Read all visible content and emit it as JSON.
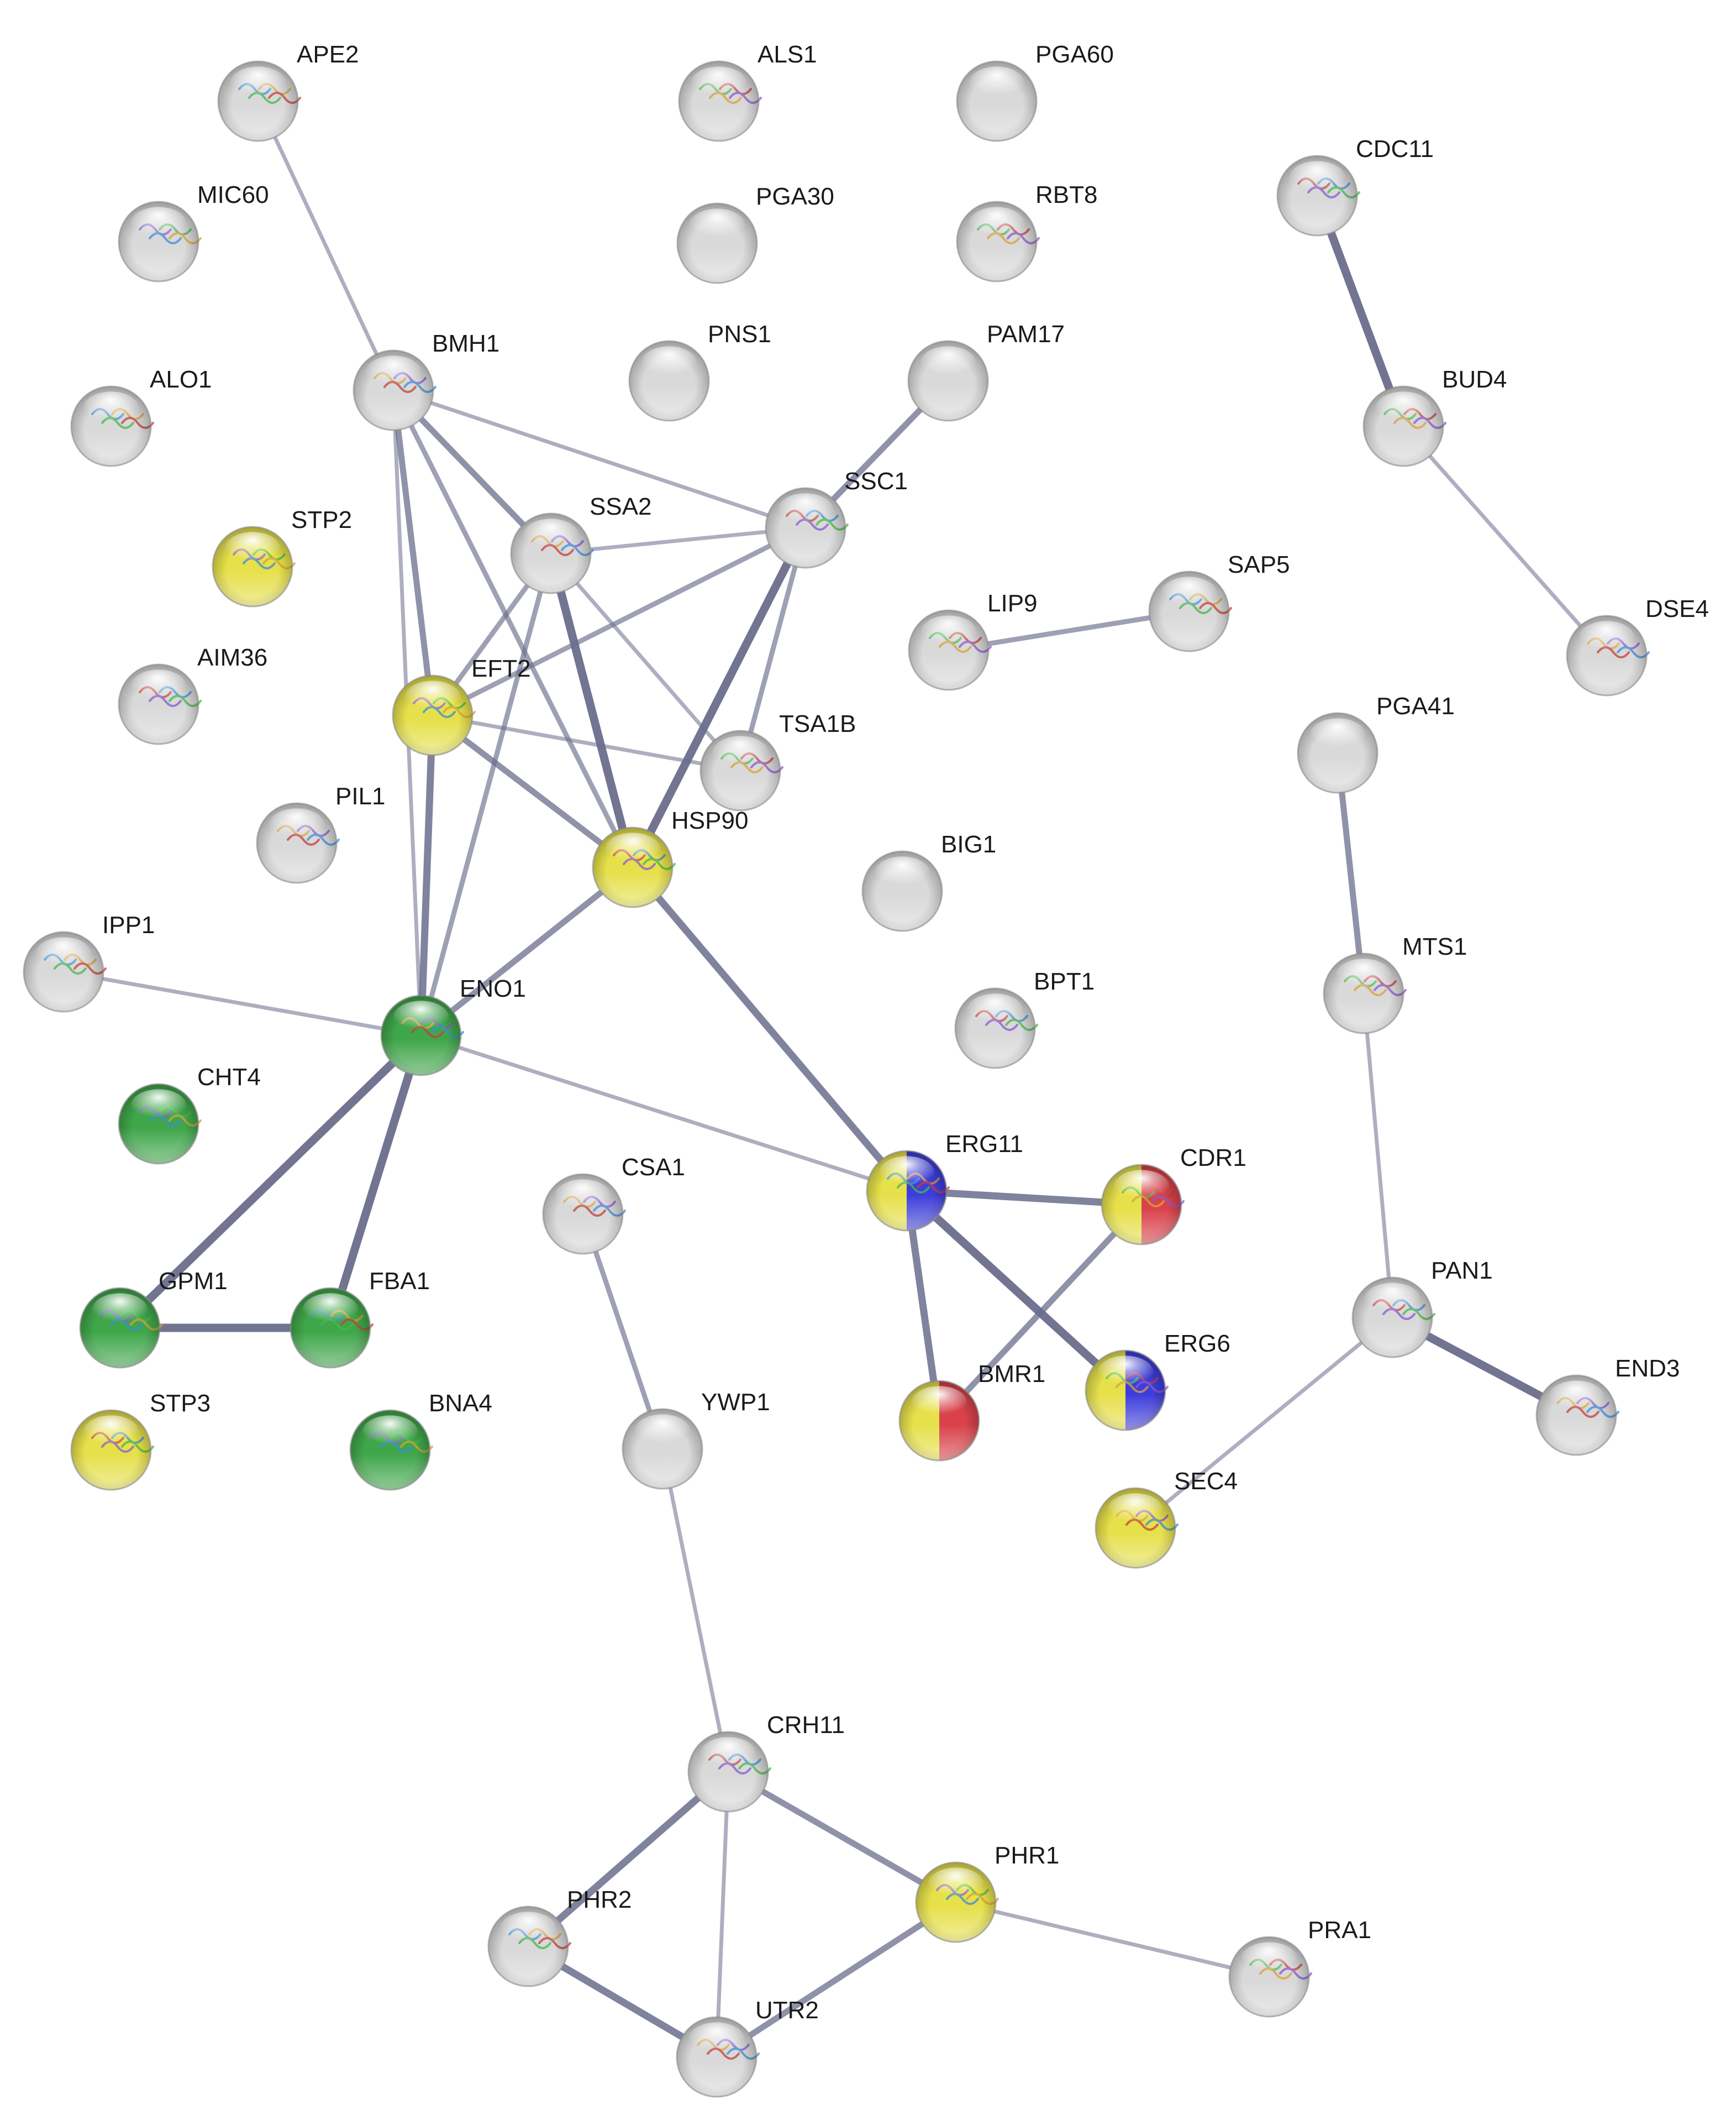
{
  "colors": {
    "grey": "#d9d9d9",
    "yellow": "#e6e04a",
    "green": "#3fa64a",
    "blue": "#3d3ddc",
    "red": "#d9424a",
    "edge": "#6a6d8c",
    "label": "#1a1a1a"
  },
  "nodes": [
    {
      "id": "APE2",
      "label": "APE2",
      "colors": [
        "grey"
      ],
      "structure": true
    },
    {
      "id": "ALS1",
      "label": "ALS1",
      "colors": [
        "grey"
      ],
      "structure": true
    },
    {
      "id": "PGA60",
      "label": "PGA60",
      "colors": [
        "grey"
      ],
      "structure": false
    },
    {
      "id": "CDC11",
      "label": "CDC11",
      "colors": [
        "grey"
      ],
      "structure": true
    },
    {
      "id": "MIC60",
      "label": "MIC60",
      "colors": [
        "grey"
      ],
      "structure": true
    },
    {
      "id": "PGA30",
      "label": "PGA30",
      "colors": [
        "grey"
      ],
      "structure": false
    },
    {
      "id": "RBT8",
      "label": "RBT8",
      "colors": [
        "grey"
      ],
      "structure": true
    },
    {
      "id": "BMH1",
      "label": "BMH1",
      "colors": [
        "grey"
      ],
      "structure": true
    },
    {
      "id": "PNS1",
      "label": "PNS1",
      "colors": [
        "grey"
      ],
      "structure": false
    },
    {
      "id": "PAM17",
      "label": "PAM17",
      "colors": [
        "grey"
      ],
      "structure": false
    },
    {
      "id": "ALO1",
      "label": "ALO1",
      "colors": [
        "grey"
      ],
      "structure": true
    },
    {
      "id": "BUD4",
      "label": "BUD4",
      "colors": [
        "grey"
      ],
      "structure": true
    },
    {
      "id": "SSA2",
      "label": "SSA2",
      "colors": [
        "grey"
      ],
      "structure": true
    },
    {
      "id": "SSC1",
      "label": "SSC1",
      "colors": [
        "grey"
      ],
      "structure": true
    },
    {
      "id": "STP2",
      "label": "STP2",
      "colors": [
        "yellow"
      ],
      "structure": true
    },
    {
      "id": "SAP5",
      "label": "SAP5",
      "colors": [
        "grey"
      ],
      "structure": true
    },
    {
      "id": "LIP9",
      "label": "LIP9",
      "colors": [
        "grey"
      ],
      "structure": true
    },
    {
      "id": "DSE4",
      "label": "DSE4",
      "colors": [
        "grey"
      ],
      "structure": true
    },
    {
      "id": "AIM36",
      "label": "AIM36",
      "colors": [
        "grey"
      ],
      "structure": true
    },
    {
      "id": "EFT2",
      "label": "EFT2",
      "colors": [
        "yellow"
      ],
      "structure": true
    },
    {
      "id": "PGA41",
      "label": "PGA41",
      "colors": [
        "grey"
      ],
      "structure": false
    },
    {
      "id": "TSA1B",
      "label": "TSA1B",
      "colors": [
        "grey"
      ],
      "structure": true
    },
    {
      "id": "PIL1",
      "label": "PIL1",
      "colors": [
        "grey"
      ],
      "structure": true
    },
    {
      "id": "HSP90",
      "label": "HSP90",
      "colors": [
        "yellow"
      ],
      "structure": true
    },
    {
      "id": "BIG1",
      "label": "BIG1",
      "colors": [
        "grey"
      ],
      "structure": false
    },
    {
      "id": "IPP1",
      "label": "IPP1",
      "colors": [
        "grey"
      ],
      "structure": true
    },
    {
      "id": "MTS1",
      "label": "MTS1",
      "colors": [
        "grey"
      ],
      "structure": true
    },
    {
      "id": "ENO1",
      "label": "ENO1",
      "colors": [
        "green"
      ],
      "structure": true
    },
    {
      "id": "BPT1",
      "label": "BPT1",
      "colors": [
        "grey"
      ],
      "structure": true
    },
    {
      "id": "CHT4",
      "label": "CHT4",
      "colors": [
        "green"
      ],
      "structure": true
    },
    {
      "id": "ERG11",
      "label": "ERG11",
      "colors": [
        "yellow",
        "blue"
      ],
      "structure": true
    },
    {
      "id": "CDR1",
      "label": "CDR1",
      "colors": [
        "yellow",
        "red"
      ],
      "structure": true
    },
    {
      "id": "CSA1",
      "label": "CSA1",
      "colors": [
        "grey"
      ],
      "structure": true
    },
    {
      "id": "PAN1",
      "label": "PAN1",
      "colors": [
        "grey"
      ],
      "structure": true
    },
    {
      "id": "GPM1",
      "label": "GPM1",
      "colors": [
        "green"
      ],
      "structure": true
    },
    {
      "id": "FBA1",
      "label": "FBA1",
      "colors": [
        "green"
      ],
      "structure": true
    },
    {
      "id": "ERG6",
      "label": "ERG6",
      "colors": [
        "yellow",
        "blue"
      ],
      "structure": true
    },
    {
      "id": "END3",
      "label": "END3",
      "colors": [
        "grey"
      ],
      "structure": true
    },
    {
      "id": "STP3",
      "label": "STP3",
      "colors": [
        "yellow"
      ],
      "structure": true
    },
    {
      "id": "BNA4",
      "label": "BNA4",
      "colors": [
        "green"
      ],
      "structure": true
    },
    {
      "id": "YWP1",
      "label": "YWP1",
      "colors": [
        "grey"
      ],
      "structure": false
    },
    {
      "id": "BMR1",
      "label": "BMR1",
      "colors": [
        "yellow",
        "red"
      ],
      "structure": false
    },
    {
      "id": "SEC4",
      "label": "SEC4",
      "colors": [
        "yellow"
      ],
      "structure": true
    },
    {
      "id": "CRH11",
      "label": "CRH11",
      "colors": [
        "grey"
      ],
      "structure": true
    },
    {
      "id": "PHR1",
      "label": "PHR1",
      "colors": [
        "yellow"
      ],
      "structure": true
    },
    {
      "id": "PHR2",
      "label": "PHR2",
      "colors": [
        "grey"
      ],
      "structure": true
    },
    {
      "id": "PRA1",
      "label": "PRA1",
      "colors": [
        "grey"
      ],
      "structure": true
    },
    {
      "id": "UTR2",
      "label": "UTR2",
      "colors": [
        "grey"
      ],
      "structure": true
    }
  ],
  "edges": [
    {
      "source": "APE2",
      "target": "BMH1",
      "strength": 1
    },
    {
      "source": "CDC11",
      "target": "BUD4",
      "strength": 3
    },
    {
      "source": "BUD4",
      "target": "DSE4",
      "strength": 1
    },
    {
      "source": "PAM17",
      "target": "SSC1",
      "strength": 2
    },
    {
      "source": "BMH1",
      "target": "SSA2",
      "strength": 2
    },
    {
      "source": "BMH1",
      "target": "SSC1",
      "strength": 1
    },
    {
      "source": "BMH1",
      "target": "EFT2",
      "strength": 2
    },
    {
      "source": "BMH1",
      "target": "HSP90",
      "strength": 1.5
    },
    {
      "source": "BMH1",
      "target": "ENO1",
      "strength": 1
    },
    {
      "source": "SSA2",
      "target": "SSC1",
      "strength": 1
    },
    {
      "source": "SSA2",
      "target": "EFT2",
      "strength": 1.5
    },
    {
      "source": "SSA2",
      "target": "HSP90",
      "strength": 3
    },
    {
      "source": "SSA2",
      "target": "ENO1",
      "strength": 1.5
    },
    {
      "source": "SSA2",
      "target": "TSA1B",
      "strength": 1
    },
    {
      "source": "SSC1",
      "target": "EFT2",
      "strength": 1.5
    },
    {
      "source": "SSC1",
      "target": "HSP90",
      "strength": 3
    },
    {
      "source": "SSC1",
      "target": "TSA1B",
      "strength": 1.5
    },
    {
      "source": "EFT2",
      "target": "TSA1B",
      "strength": 1
    },
    {
      "source": "EFT2",
      "target": "HSP90",
      "strength": 2
    },
    {
      "source": "EFT2",
      "target": "ENO1",
      "strength": 2.5
    },
    {
      "source": "HSP90",
      "target": "ENO1",
      "strength": 2
    },
    {
      "source": "HSP90",
      "target": "ERG11",
      "strength": 2.5
    },
    {
      "source": "LIP9",
      "target": "SAP5",
      "strength": 1.5
    },
    {
      "source": "PGA41",
      "target": "MTS1",
      "strength": 2
    },
    {
      "source": "MTS1",
      "target": "PAN1",
      "strength": 1
    },
    {
      "source": "IPP1",
      "target": "ENO1",
      "strength": 1
    },
    {
      "source": "ENO1",
      "target": "ERG11",
      "strength": 1
    },
    {
      "source": "ENO1",
      "target": "GPM1",
      "strength": 3
    },
    {
      "source": "ENO1",
      "target": "FBA1",
      "strength": 3
    },
    {
      "source": "GPM1",
      "target": "FBA1",
      "strength": 3
    },
    {
      "source": "ERG11",
      "target": "CDR1",
      "strength": 2.5
    },
    {
      "source": "ERG11",
      "target": "ERG6",
      "strength": 3
    },
    {
      "source": "ERG11",
      "target": "BMR1",
      "strength": 2.5
    },
    {
      "source": "CDR1",
      "target": "BMR1",
      "strength": 2
    },
    {
      "source": "PAN1",
      "target": "END3",
      "strength": 3
    },
    {
      "source": "PAN1",
      "target": "SEC4",
      "strength": 1
    },
    {
      "source": "CSA1",
      "target": "YWP1",
      "strength": 1.5
    },
    {
      "source": "YWP1",
      "target": "CRH11",
      "strength": 1
    },
    {
      "source": "CRH11",
      "target": "PHR2",
      "strength": 2.5
    },
    {
      "source": "CRH11",
      "target": "PHR1",
      "strength": 2
    },
    {
      "source": "CRH11",
      "target": "UTR2",
      "strength": 1
    },
    {
      "source": "PHR1",
      "target": "UTR2",
      "strength": 2
    },
    {
      "source": "PHR1",
      "target": "PRA1",
      "strength": 1
    },
    {
      "source": "PHR2",
      "target": "UTR2",
      "strength": 2.5
    }
  ]
}
